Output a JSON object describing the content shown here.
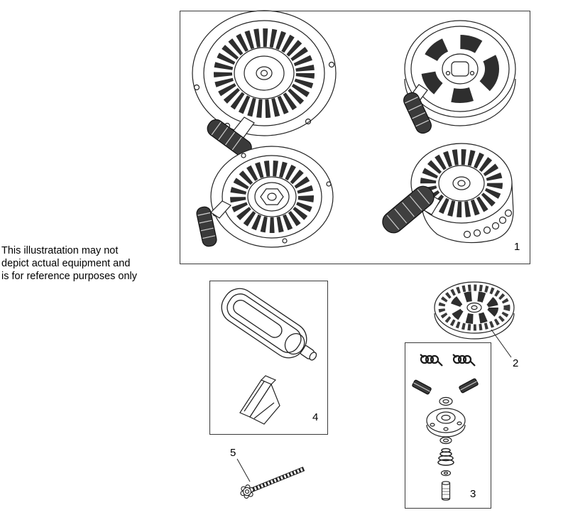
{
  "colors": {
    "background": "#ffffff",
    "line": "#222222",
    "dark_fill": "#3a3a3a"
  },
  "disclaimer": {
    "lines": [
      "This illustratation may not",
      "depict actual equipment and",
      "is for reference purposes only"
    ]
  },
  "callouts": {
    "main_assembly": {
      "label": "1"
    },
    "pulley": {
      "label": "2"
    },
    "repair_kit": {
      "label": "3"
    },
    "handle_kit": {
      "label": "4"
    },
    "screw": {
      "label": "5"
    }
  }
}
